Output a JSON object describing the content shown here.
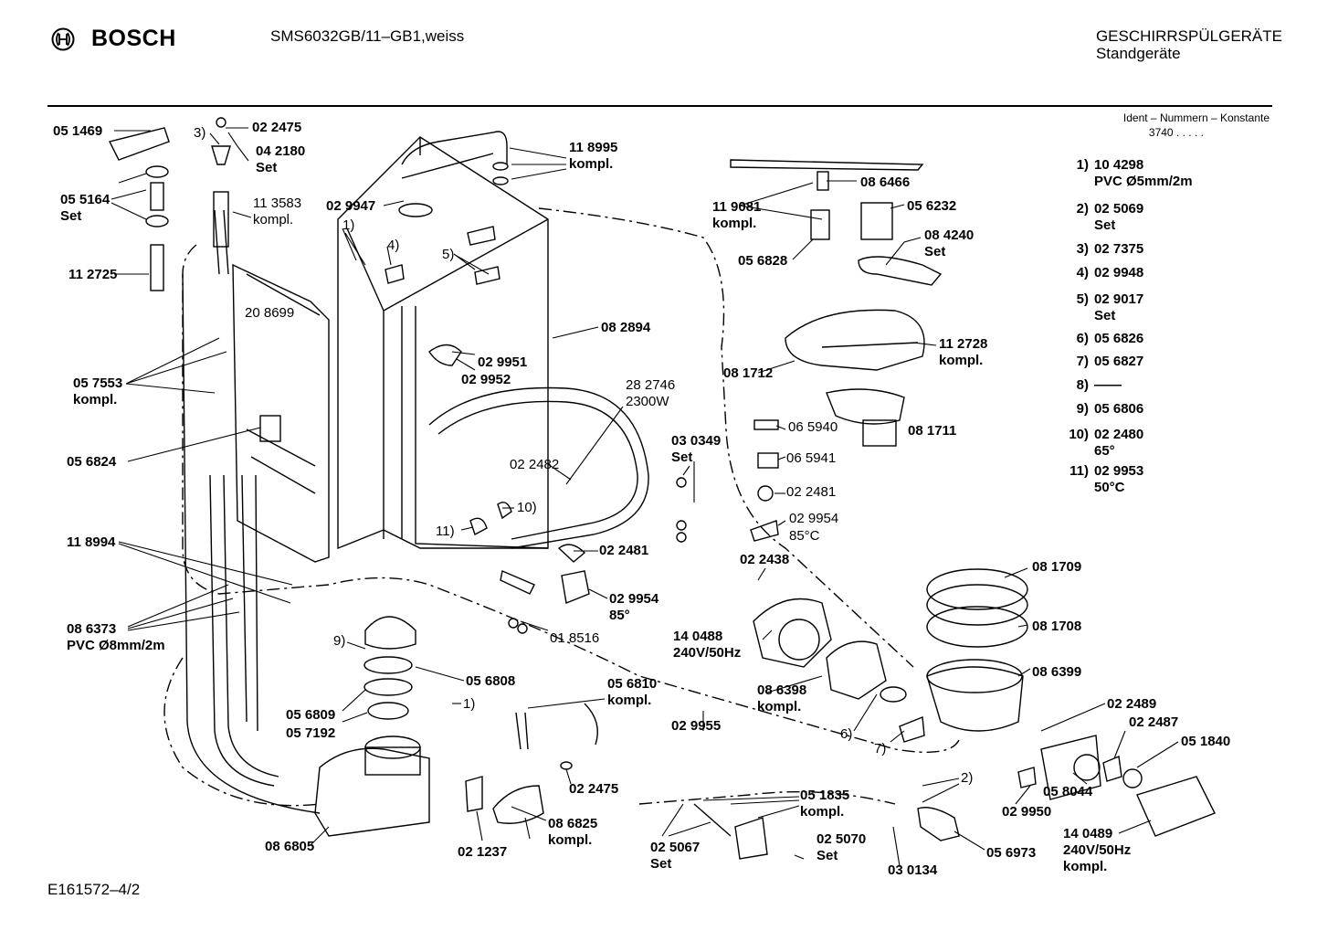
{
  "header": {
    "brand": "BOSCH",
    "model": "SMS6032GB/11–GB1,weiss",
    "category_line1": "GESCHIRRSPÜLGERÄTE",
    "category_line2": "Standgeräte"
  },
  "ident": {
    "title": "Ident – Nummern – Konstante",
    "value": "3740  .  .  .  .  ."
  },
  "legend": [
    {
      "idx": "1)",
      "val": "10 4298",
      "val2": "PVC Ø5mm/2m"
    },
    {
      "idx": "2)",
      "val": "02 5069",
      "val2": "Set"
    },
    {
      "idx": "3)",
      "val": "02 7375",
      "val2": ""
    },
    {
      "idx": "4)",
      "val": "02 9948",
      "val2": ""
    },
    {
      "idx": "5)",
      "val": "02 9017",
      "val2": "Set"
    },
    {
      "idx": "6)",
      "val": "05 6826",
      "val2": ""
    },
    {
      "idx": "7)",
      "val": "05 6827",
      "val2": ""
    },
    {
      "idx": "8)",
      "val": "——",
      "val2": ""
    },
    {
      "idx": "9)",
      "val": "05 6806",
      "val2": ""
    },
    {
      "idx": "10)",
      "val": "02 2480",
      "val2": "65°"
    },
    {
      "idx": "11)",
      "val": "02 9953",
      "val2": "50°C"
    }
  ],
  "labels": {
    "l_051469": "05 1469",
    "l_3": "3)",
    "l_022475a": "02 2475",
    "l_042180": "04 2180",
    "l_042180s": "Set",
    "l_055164": "05 5164",
    "l_055164s": "Set",
    "l_113583": "11 3583",
    "l_113583k": "kompl.",
    "l_112725": "11 2725",
    "l_208699": "20 8699",
    "l_1a": "1)",
    "l_4": "4)",
    "l_029947": "02 9947",
    "l_118995": "11 8995",
    "l_118995k": "kompl.",
    "l_5": "5)",
    "l_057553": "05 7553",
    "l_057553k": "kompl.",
    "l_029951": "02 9951",
    "l_029952": "02 9952",
    "l_082894": "08 2894",
    "l_056824": "05 6824",
    "l_282746": "28 2746",
    "l_2300w": "2300W",
    "l_022482": "02 2482",
    "l_10": "10)",
    "l_11": "11)",
    "l_118994": "11 8994",
    "l_022481a": "02 2481",
    "l_029954a": "02 9954",
    "l_85a": "85°",
    "l_018516": "01 8516",
    "l_086373": "08 6373",
    "l_pvc8": "PVC Ø8mm/2m",
    "l_9": "9)",
    "l_056808": "05 6808",
    "l_056809": "05 6809",
    "l_057192": "05 7192",
    "l_1b": "1)",
    "l_056810": "05 6810",
    "l_056810k": "kompl.",
    "l_022475b": "02 2475",
    "l_086805": "08 6805",
    "l_021237": "02 1237",
    "l_086825": "08 6825",
    "l_086825k": "kompl.",
    "l_025067": "02 5067",
    "l_025067s": "Set",
    "l_051835": "05 1835",
    "l_051835k": "kompl.",
    "l_025070": "02 5070",
    "l_025070s": "Set",
    "l_030134": "03 0134",
    "l_056973": "05 6973",
    "l_086466": "08 6466",
    "l_119081": "11 9081",
    "l_119081k": "kompl.",
    "l_056232": "05 6232",
    "l_084240": "08 4240",
    "l_084240s": "Set",
    "l_056828": "05 6828",
    "l_112728": "11 2728",
    "l_112728k": "kompl.",
    "l_081712": "08 1712",
    "l_030349": "03 0349",
    "l_030349s": "Set",
    "l_065940": "06 5940",
    "l_065941": "06 5941",
    "l_081711": "08 1711",
    "l_022481b": "02 2481",
    "l_029954b": "02 9954",
    "l_85b": "85°C",
    "l_022438": "02 2438",
    "l_081709": "08 1709",
    "l_081708": "08 1708",
    "l_140488": "14 0488",
    "l_240a": "240V/50Hz",
    "l_086399": "08 6399",
    "l_086398": "08 6398",
    "l_086398k": "kompl.",
    "l_029955": "02 9955",
    "l_6": "6)",
    "l_7": "7)",
    "l_022489": "02 2489",
    "l_022487": "02 2487",
    "l_051840": "05 1840",
    "l_2": "2)",
    "l_029950": "02 9950",
    "l_058044": "05 8044",
    "l_140489": "14 0489",
    "l_240b": "240V/50Hz",
    "l_140489k": "kompl."
  },
  "footer": "E161572–4/2"
}
